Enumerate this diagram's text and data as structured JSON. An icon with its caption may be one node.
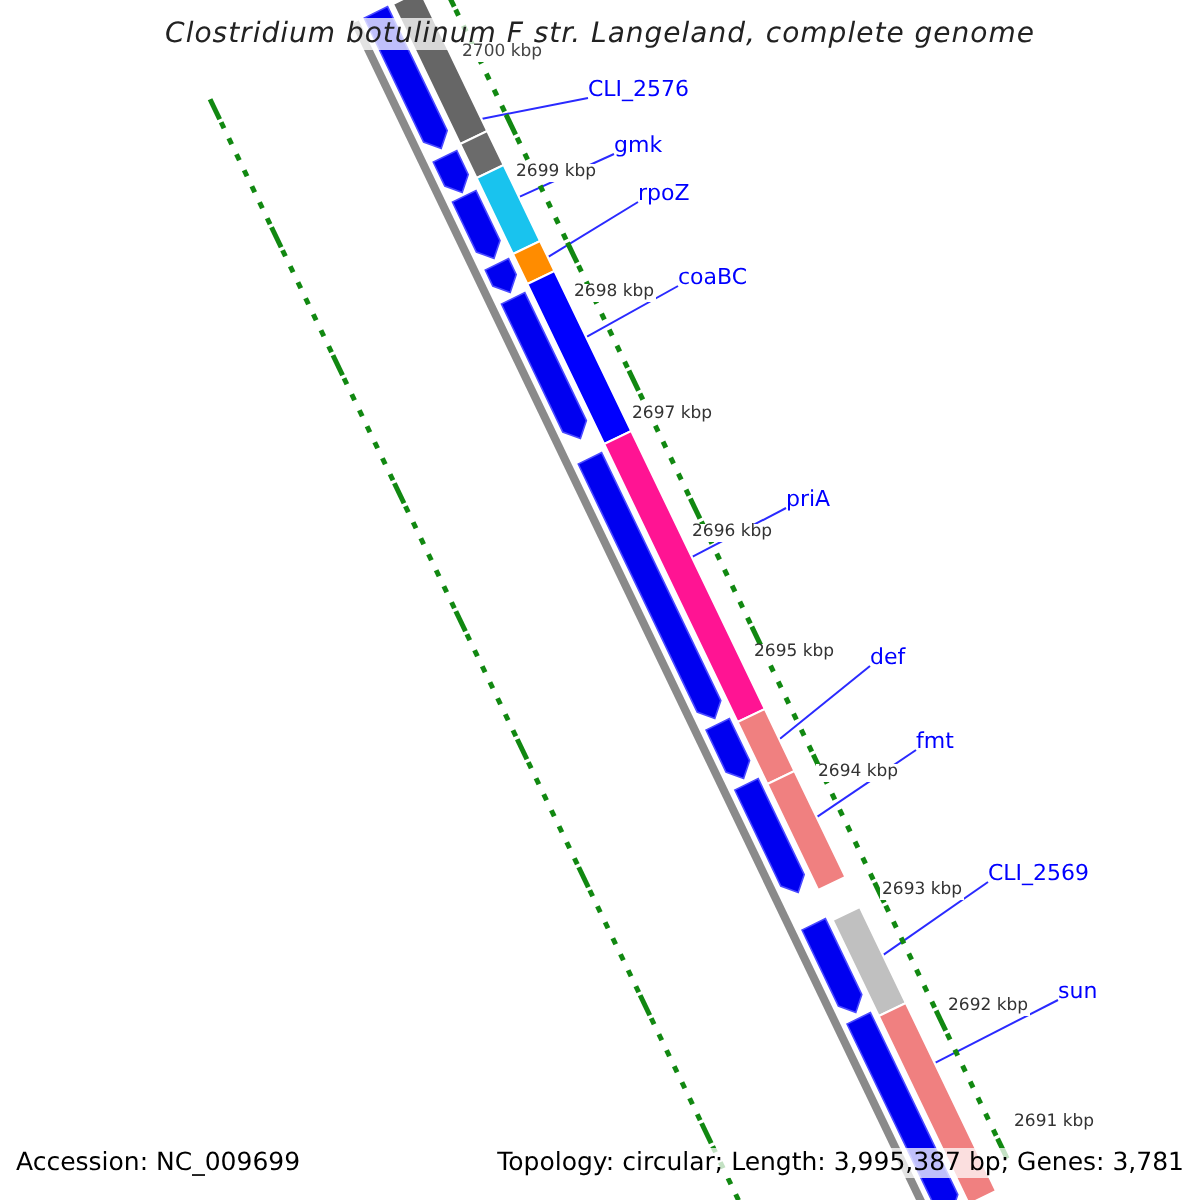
{
  "diagram": {
    "title": "Clostridium botulinum F str. Langeland, complete genome",
    "nodes": [
      {
        "text": [
          "CLI_2576"
        ]
      },
      {
        "text": [
          "gmk"
        ]
      },
      {
        "text": [
          "rpoZ"
        ]
      },
      {
        "text": [
          "coaBC"
        ]
      },
      {
        "text": [
          "priA"
        ]
      },
      {
        "text": [
          "def"
        ]
      },
      {
        "text": [
          "fmt"
        ]
      },
      {
        "text": [
          "CLI_2569"
        ]
      },
      {
        "text": [
          "sun"
        ]
      },
      {
        "text": [],
        "shape": "bar"
      },
      {
        "text": [],
        "shape": "bar"
      },
      {
        "text": [],
        "shape": "bar"
      },
      {
        "text": [],
        "shape": "bar"
      },
      {
        "text": [],
        "shape": "bar"
      },
      {
        "text": [],
        "shape": "bar"
      },
      {
        "text": [],
        "shape": "bar"
      },
      {
        "text": [],
        "shape": "bar"
      },
      {
        "text": [],
        "shape": "bar"
      },
      {
        "text": [],
        "shape": "bar"
      }
    ],
    "edges": [
      {
        "from": 0,
        "to": 9,
        "arrow": "none"
      },
      {
        "from": 1,
        "to": 11,
        "arrow": "none"
      },
      {
        "from": 2,
        "to": 12,
        "arrow": "none"
      },
      {
        "from": 3,
        "to": 13,
        "arrow": "none"
      },
      {
        "from": 4,
        "to": 14,
        "arrow": "none"
      },
      {
        "from": 5,
        "to": 15,
        "arrow": "none"
      },
      {
        "from": 6,
        "to": 16,
        "arrow": "none"
      },
      {
        "from": 7,
        "to": 17,
        "arrow": "none"
      },
      {
        "from": 8,
        "to": 18,
        "arrow": "none"
      }
    ],
    "labels": [
      "2700 kbp",
      "2699 kbp",
      "2698 kbp",
      "2697 kbp",
      "2696 kbp",
      "2695 kbp",
      "2694 kbp",
      "2693 kbp",
      "2692 kbp",
      "2691 kbp",
      "Accession: NC_009699",
      "Topology: circular; Length: 3,995,387 bp; Genes: 3,781"
    ]
  }
}
